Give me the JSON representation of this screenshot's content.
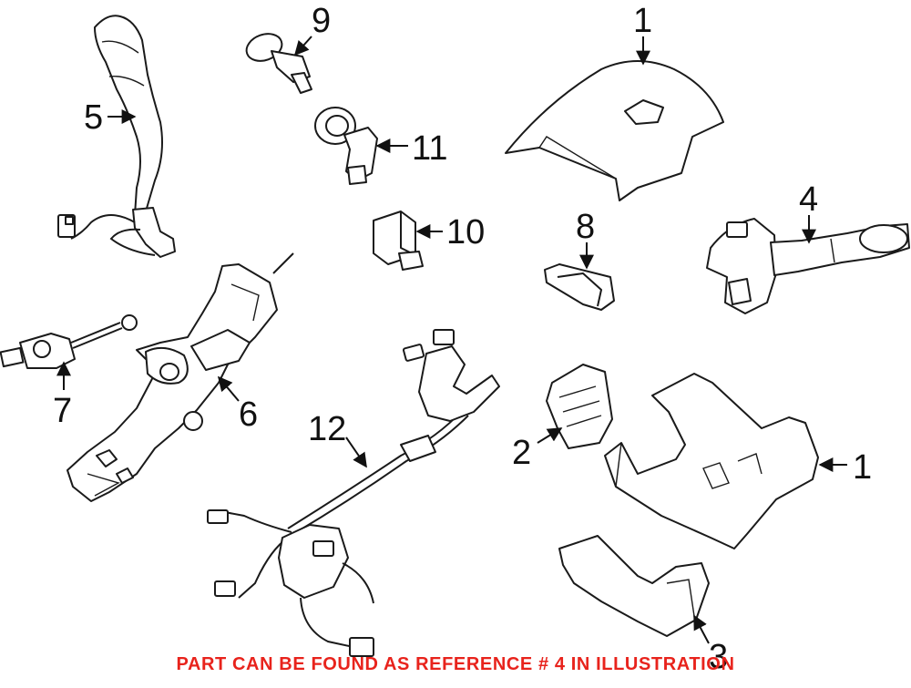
{
  "diagram": {
    "callouts": [
      {
        "id": "c1a",
        "label": "1"
      },
      {
        "id": "c1b",
        "label": "1"
      },
      {
        "id": "c2",
        "label": "2"
      },
      {
        "id": "c3",
        "label": "3"
      },
      {
        "id": "c4",
        "label": "4"
      },
      {
        "id": "c5",
        "label": "5"
      },
      {
        "id": "c6",
        "label": "6"
      },
      {
        "id": "c7",
        "label": "7"
      },
      {
        "id": "c8",
        "label": "8"
      },
      {
        "id": "c9",
        "label": "9"
      },
      {
        "id": "c10",
        "label": "10"
      },
      {
        "id": "c11",
        "label": "11"
      },
      {
        "id": "c12",
        "label": "12"
      }
    ],
    "notice": "PART CAN BE FOUND AS REFERENCE # 4 IN ILLUSTRATION",
    "notice_color": "#e8231c",
    "line_color": "#1a1a1a"
  }
}
